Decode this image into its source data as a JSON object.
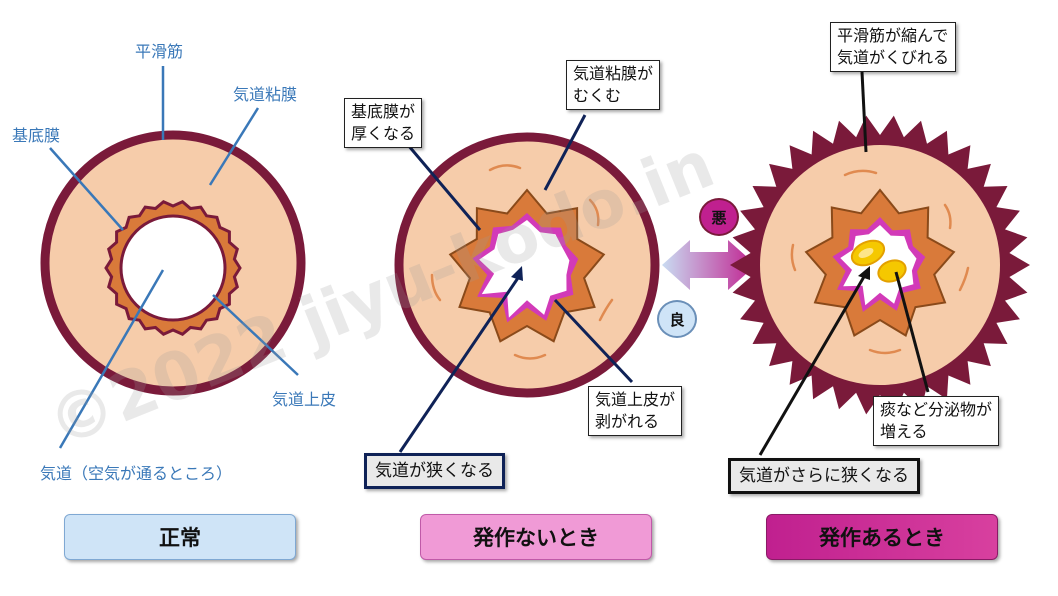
{
  "panels": {
    "normal": {
      "title": "正常",
      "labels": {
        "smooth_muscle": "平滑筋",
        "mucosa": "気道粘膜",
        "basement_membrane": "基底膜",
        "epithelium": "気道上皮",
        "airway": "気道（空気が通るところ）"
      }
    },
    "no_attack": {
      "title": "発作ないとき",
      "labels": {
        "basement_thick": "基底膜が\n厚くなる",
        "mucosa_swell": "気道粘膜が\nむくむ",
        "epithelium_peel": "気道上皮が\n剥がれる",
        "airway_narrow": "気道が狭くなる"
      }
    },
    "attack": {
      "title": "発作あるとき",
      "labels": {
        "muscle_contract": "平滑筋が縮んで\n気道がくびれる",
        "secretion": "痰など分泌物が\n増える",
        "airway_narrower": "気道がさらに狭くなる"
      }
    }
  },
  "arrow": {
    "worse": "悪",
    "better": "良"
  },
  "watermark": "©2022 jiyu-kodo.in",
  "colors": {
    "muscle": "#7a1a3a",
    "mucosa": "#f6ccaa",
    "epithelium": "#d97a3a",
    "epithelium_dark": "#8a4a1a",
    "basement_thick": "#d23ab8",
    "label_blue": "#3a78b8",
    "normal_btn": "#cfe4f7",
    "no_attack_btn": "#f09ad6",
    "attack_btn": "#c0208f"
  }
}
